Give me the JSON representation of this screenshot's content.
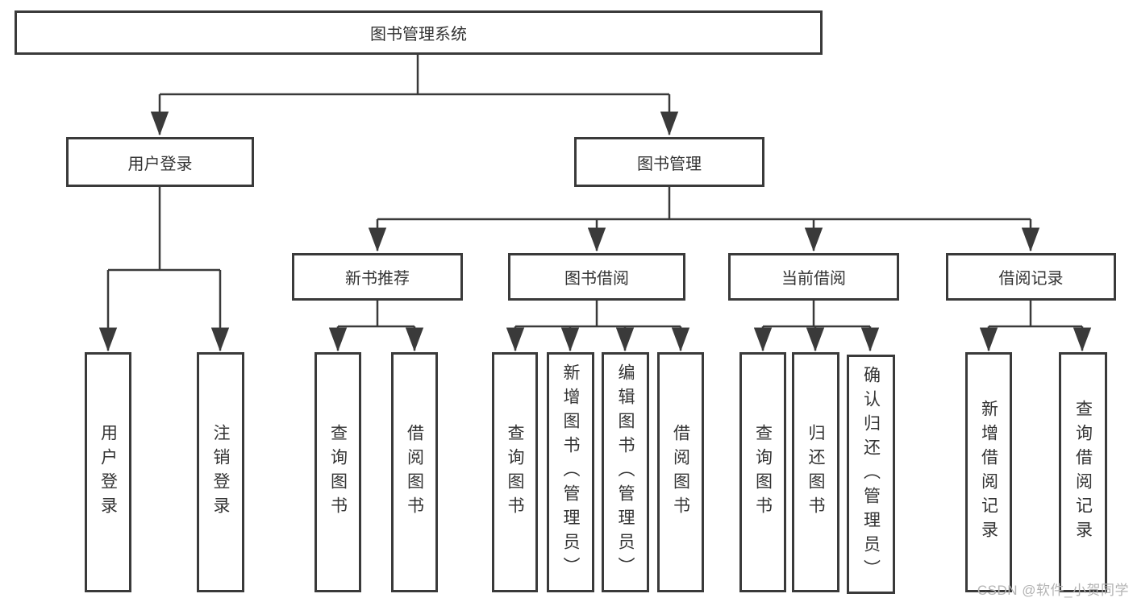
{
  "colors": {
    "line": "#3a3a3a",
    "text": "#333333",
    "box_fill": "#ffffff",
    "watermark": "#b3b3b3",
    "background": "#ffffff"
  },
  "tree": {
    "root": {
      "label": "图书管理系统"
    },
    "branches": [
      {
        "label": "用户登录",
        "leaves": [
          "用户登录",
          "注销登录"
        ]
      },
      {
        "label": "图书管理",
        "groups": [
          {
            "label": "新书推荐",
            "leaves": [
              "查询图书",
              "借阅图书"
            ]
          },
          {
            "label": "图书借阅",
            "leaves": [
              "查询图书",
              "新增图书（管理员）",
              "编辑图书（管理员）",
              "借阅图书"
            ]
          },
          {
            "label": "当前借阅",
            "leaves": [
              "查询图书",
              "归还图书",
              "确认归还（管理员）"
            ]
          },
          {
            "label": "借阅记录",
            "leaves": [
              "新增借阅记录",
              "查询借阅记录"
            ]
          }
        ]
      }
    ]
  },
  "watermark": {
    "text": "CSDN @软件_小贺同学"
  }
}
